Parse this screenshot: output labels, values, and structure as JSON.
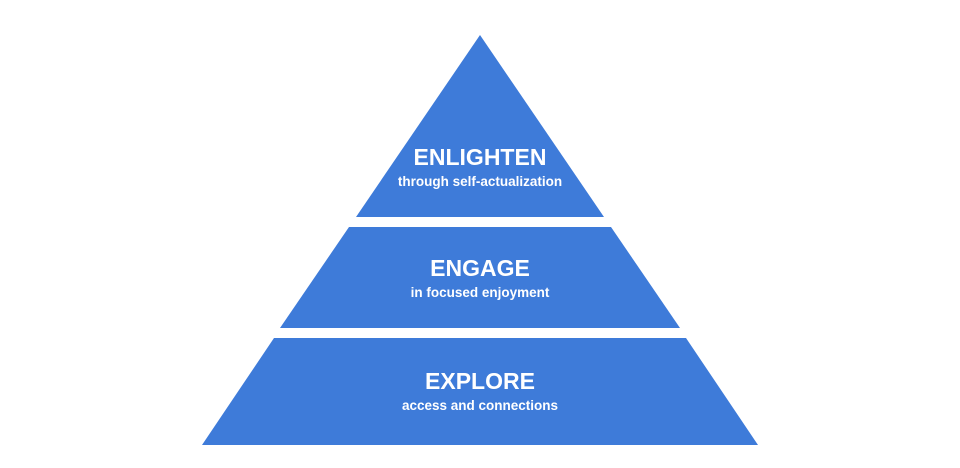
{
  "diagram": {
    "type": "pyramid",
    "fill_color": "#3e7bd9",
    "background_color": "#ffffff",
    "levels": [
      {
        "title": "ENLIGHTEN",
        "subtitle": "through self-actualization"
      },
      {
        "title": "ENGAGE",
        "subtitle": "in focused enjoyment"
      },
      {
        "title": "EXPLORE",
        "subtitle": "access and connections"
      }
    ]
  }
}
